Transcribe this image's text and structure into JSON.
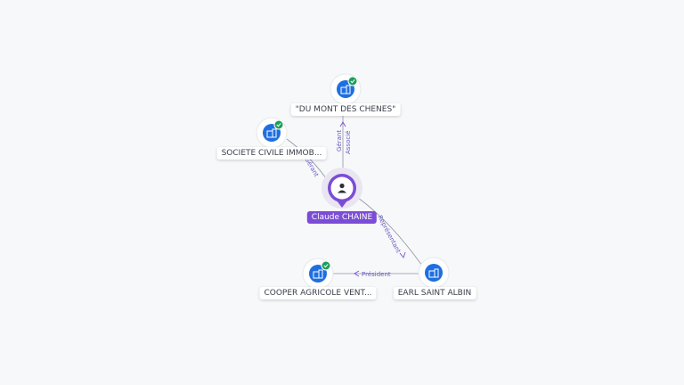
{
  "colors": {
    "company_blue": "#1f6fe0",
    "person_purple": "#7b4dd6",
    "check_green": "#1e9e5a",
    "edge_line": "#8f95a3",
    "edge_label": "#6a5bbf"
  },
  "nodes": {
    "center": {
      "label": "Claude CHAINE",
      "icon": "person-icon"
    },
    "dumont": {
      "label": "\"DU MONT DES CHENES\"",
      "icon": "building-icon",
      "verified": true
    },
    "societe": {
      "label": "SOCIETE CIVILE IMMOB...",
      "icon": "building-icon",
      "verified": true
    },
    "earl": {
      "label": "EARL SAINT ALBIN",
      "icon": "building-icon",
      "verified": false
    },
    "cooper": {
      "label": "COOPER AGRICOLE VENT...",
      "icon": "building-icon",
      "verified": true
    }
  },
  "edges": {
    "dumont_1": "Gérant",
    "dumont_2": "Associé",
    "societe": "Gérant",
    "earl": "Représentant",
    "cooper": "Président"
  }
}
